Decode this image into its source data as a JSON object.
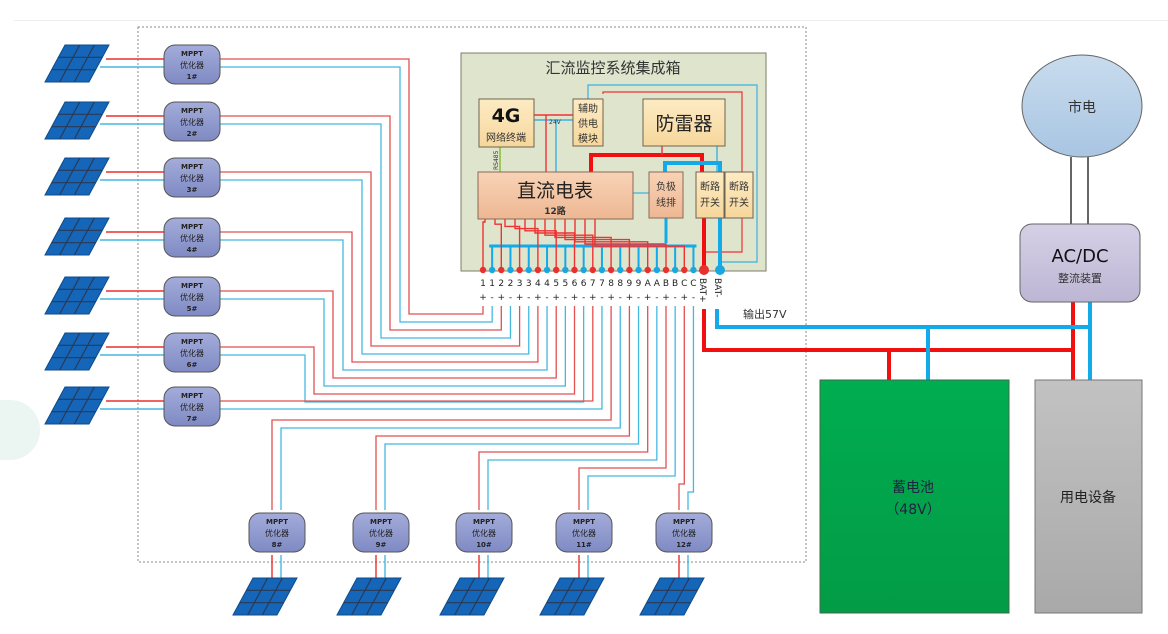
{
  "title": "汇流监控系统集成箱",
  "modules": {
    "g4": {
      "line1": "4G",
      "line2": "网络终端"
    },
    "aux_power": {
      "l1": "辅助",
      "l2": "供电",
      "l3": "模块"
    },
    "surge": "防雷器",
    "meter": {
      "name": "直流电表",
      "channels": "12路"
    },
    "neg_bus": {
      "l1": "负极",
      "l2": "线排"
    },
    "breaker1": {
      "l1": "断路",
      "l2": "开关"
    },
    "breaker2": {
      "l1": "断路",
      "l2": "开关"
    },
    "rs485": "RS485",
    "v24": "24V"
  },
  "terminals": {
    "labels": [
      "1",
      "1",
      "2",
      "2",
      "3",
      "3",
      "4",
      "4",
      "5",
      "5",
      "6",
      "6",
      "7",
      "7",
      "8",
      "8",
      "9",
      "9",
      "A",
      "A",
      "B",
      "B",
      "C",
      "C"
    ],
    "polarity": [
      "+",
      "-",
      "+",
      "-",
      "+",
      "-",
      "+",
      "-",
      "+",
      "-",
      "+",
      "-",
      "+",
      "-",
      "+",
      "-",
      "+",
      "-",
      "+",
      "-",
      "+",
      "-",
      "+",
      "-"
    ],
    "bat_pos": "BAT+",
    "bat_neg": "BAT-"
  },
  "output_label": "输出57V",
  "optimizers": [
    {
      "l1": "MPPT",
      "l2": "优化器",
      "l3": "1#"
    },
    {
      "l1": "MPPT",
      "l2": "优化器",
      "l3": "2#"
    },
    {
      "l1": "MPPT",
      "l2": "优化器",
      "l3": "3#"
    },
    {
      "l1": "MPPT",
      "l2": "优化器",
      "l3": "4#"
    },
    {
      "l1": "MPPT",
      "l2": "优化器",
      "l3": "5#"
    },
    {
      "l1": "MPPT",
      "l2": "优化器",
      "l3": "6#"
    },
    {
      "l1": "MPPT",
      "l2": "优化器",
      "l3": "7#"
    },
    {
      "l1": "MPPT",
      "l2": "优化器",
      "l3": "8#"
    },
    {
      "l1": "MPPT",
      "l2": "优化器",
      "l3": "9#"
    },
    {
      "l1": "MPPT",
      "l2": "优化器",
      "l3": "10#"
    },
    {
      "l1": "MPPT",
      "l2": "优化器",
      "l3": "11#"
    },
    {
      "l1": "MPPT",
      "l2": "优化器",
      "l3": "12#"
    }
  ],
  "grid": "市电",
  "rectifier": {
    "l1": "AC/DC",
    "l2": "整流装置"
  },
  "battery": {
    "l1": "蓄电池",
    "l2": "（48V）"
  },
  "load": "用电设备",
  "colors": {
    "positive": "#e8302e",
    "negative": "#1aa7e0",
    "wire_pos_thin": "#e25050",
    "wire_neg_thin": "#45b8e0",
    "panel": "#1565b8",
    "optimizer": "#8e9ad0",
    "enclosure": "#dde3cc",
    "module": "#fbe3b0",
    "meter": "#f5c7a6",
    "grid": "#b9d2e8",
    "rectifier": "#c9c3dc",
    "battery": "#00a84f",
    "load": "#bdbdbd"
  }
}
